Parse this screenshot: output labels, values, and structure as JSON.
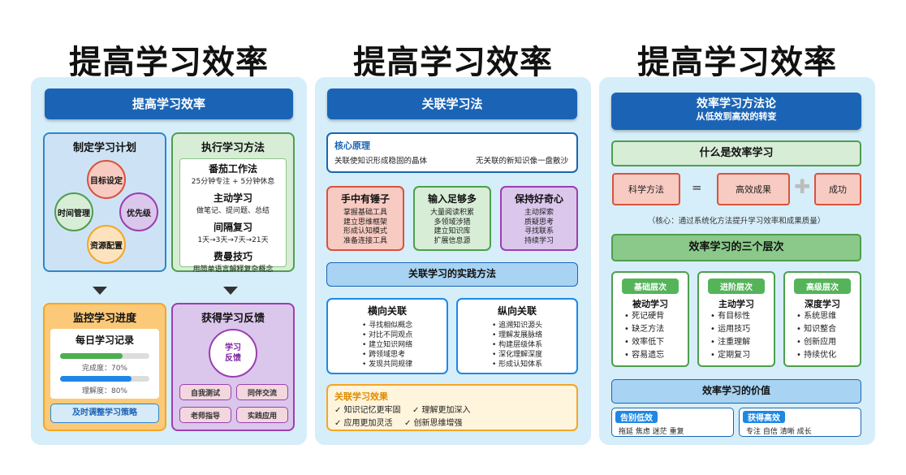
{
  "titles": [
    "提高学习效率",
    "提高学习效率",
    "提高学习效率"
  ],
  "panel1": {
    "header": "提高学习效率",
    "plan": {
      "title": "制定学习计划",
      "circles": [
        "目标设定",
        "时间管理",
        "优先级",
        "资源配置"
      ]
    },
    "methods": {
      "title": "执行学习方法",
      "items": [
        {
          "name": "番茄工作法",
          "desc": "25分钟专注 + 5分钟休息"
        },
        {
          "name": "主动学习",
          "desc": "做笔记、提问题、总结"
        },
        {
          "name": "间隔复习",
          "desc": "1天→3天→7天→21天"
        },
        {
          "name": "费曼技巧",
          "desc": "用简单语言解释复杂概念"
        }
      ]
    },
    "monitor": {
      "title": "监控学习进度",
      "record_title": "每日学习记录",
      "completion_label": "完成度：70%",
      "completion_value": 0.7,
      "understanding_label": "理解度：80%",
      "understanding_value": 0.8,
      "adjust_button": "及时调整学习策略"
    },
    "feedback": {
      "title": "获得学习反馈",
      "center": "学习\n反馈",
      "center_l1": "学习",
      "center_l2": "反馈",
      "buttons": [
        "自我测试",
        "同伴交流",
        "老师指导",
        "实践应用"
      ]
    }
  },
  "panel2": {
    "header": "关联学习法",
    "core": {
      "title": "核心原理",
      "left": "关联使知识形成稳固的晶体",
      "right": "无关联的新知识像一盘散沙"
    },
    "cards": [
      {
        "title": "手中有锤子",
        "items": [
          "掌握基础工具",
          "建立思维框架",
          "形成认知模式",
          "准备连接工具"
        ]
      },
      {
        "title": "输入足够多",
        "items": [
          "大量阅读积累",
          "多领域涉猎",
          "建立知识库",
          "扩展信息源"
        ]
      },
      {
        "title": "保持好奇心",
        "items": [
          "主动探索",
          "质疑思考",
          "寻找联系",
          "持续学习"
        ]
      }
    ],
    "practice_header": "关联学习的实践方法",
    "horizontal": {
      "title": "横向关联",
      "items": [
        "寻找相似概念",
        "对比不同观点",
        "建立知识网络",
        "跨领域思考",
        "发现共同规律"
      ]
    },
    "vertical": {
      "title": "纵向关联",
      "items": [
        "追溯知识源头",
        "理解发展脉络",
        "构建层级体系",
        "深化理解深度",
        "形成认知体系"
      ]
    },
    "effects": {
      "title": "关联学习效果",
      "items": [
        "✓ 知识记忆更牢固",
        "✓ 理解更加深入",
        "✓ 应用更加灵活",
        "✓ 创新思维增强"
      ]
    }
  },
  "panel3": {
    "header_l1": "效率学习方法论",
    "header_l2": "从低效到高效的转变",
    "what_title": "什么是效率学习",
    "formula": {
      "a": "科学方法",
      "eq": "=",
      "b": "高效成果",
      "plus": "✚",
      "c": "成功"
    },
    "core_note": "（核心：通过系统化方法提升学习效率和成果质量）",
    "levels_title": "效率学习的三个层次",
    "levels": [
      {
        "tag": "基础层次",
        "name": "被动学习",
        "items": [
          "死记硬背",
          "缺乏方法",
          "效率低下",
          "容易遗忘"
        ]
      },
      {
        "tag": "进阶层次",
        "name": "主动学习",
        "items": [
          "有目标性",
          "运用技巧",
          "注重理解",
          "定期复习"
        ]
      },
      {
        "tag": "高级层次",
        "name": "深度学习",
        "items": [
          "系统思维",
          "知识整合",
          "创新应用",
          "持续优化"
        ]
      }
    ],
    "value_title": "效率学习的价值",
    "values": [
      {
        "tag": "告别低效",
        "text": "拖延 焦虑 迷茫 重复"
      },
      {
        "tag": "获得高效",
        "text": "专注 自信 清晰 成长"
      }
    ]
  },
  "colors": {
    "panel_bg": "#d6eef9",
    "header_blue": "#1b64b5",
    "plan_blue": "#2f86c9",
    "method_green": "#4e9e4e",
    "monitor_orange": "#f5a623",
    "feedback_purple": "#9b3fb0",
    "salmon": "#d9533d"
  }
}
